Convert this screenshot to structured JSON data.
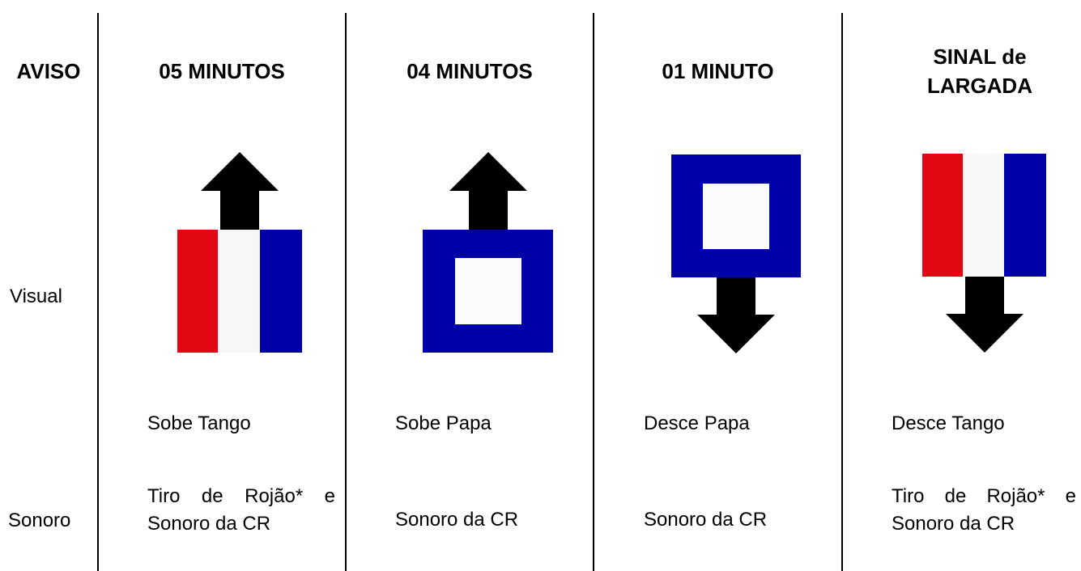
{
  "headers": {
    "aviso": "AVISO",
    "min5": "05 MINUTOS",
    "min4": "04 MINUTOS",
    "min1": "01 MINUTO",
    "largada_line1": "SINAL de",
    "largada_line2": "LARGADA"
  },
  "rows": {
    "visual": "Visual",
    "sonoro": "Sonoro"
  },
  "visual_actions": {
    "min5": "Sobe Tango",
    "min4": "Sobe Papa",
    "min1": "Desce Papa",
    "largada": "Desce Tango"
  },
  "sound": {
    "min5_line1": "Tiro de Rojão* e",
    "min5_line2": "Sonoro da CR",
    "min4": "Sonoro da CR",
    "min1": "Sonoro da CR",
    "largada_line1": "Tiro de Rojão* e",
    "largada_line2": "Sonoro da CR"
  },
  "flags": {
    "tango": {
      "name": "Tango",
      "colors": [
        "#e30613",
        "#f7f7f7",
        "#0000a8"
      ]
    },
    "papa": {
      "name": "Papa",
      "outer": "#0000a8",
      "inner": "#fbfbfb"
    }
  },
  "arrows": {
    "min5": "up",
    "min4": "up",
    "min1": "down",
    "largada": "down"
  }
}
